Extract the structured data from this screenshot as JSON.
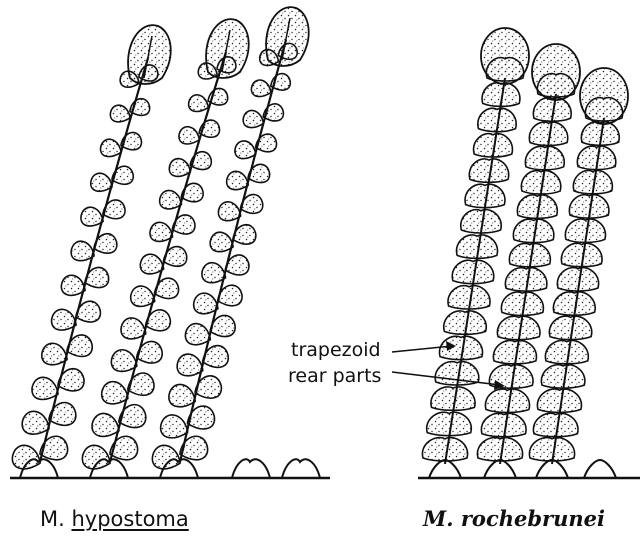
{
  "captions": {
    "left_genus": "M.",
    "left_species": "hypostoma",
    "right": "M. rochebrunei"
  },
  "annotation": {
    "line1": "trapezoid",
    "line2": "rear parts"
  },
  "colors": {
    "ink": "#111111",
    "background": "#ffffff"
  }
}
